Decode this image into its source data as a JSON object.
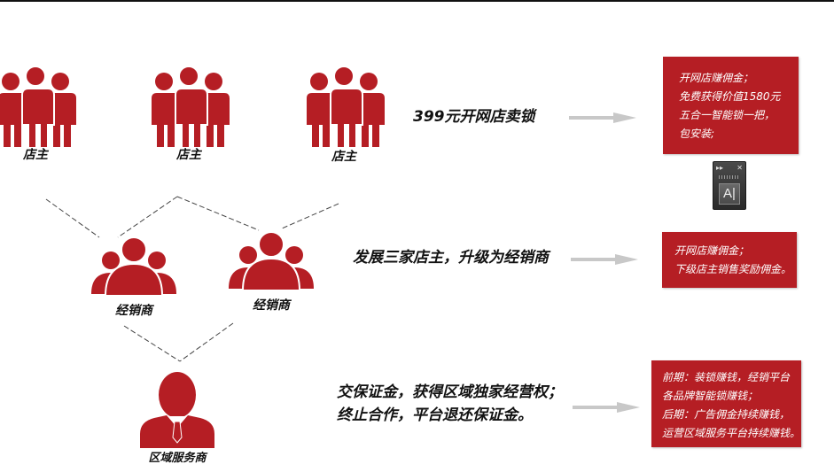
{
  "diagram": {
    "shop_owners": [
      {
        "label": "店主"
      },
      {
        "label": "店主"
      },
      {
        "label": "店主"
      }
    ],
    "distributors": [
      {
        "label": "经销商"
      },
      {
        "label": "经销商"
      }
    ],
    "regional_provider": {
      "label": "区域服务商"
    },
    "icon_color": "#b51e24",
    "steps": [
      {
        "lines": [
          "399元开网店卖锁"
        ],
        "note": [
          "开网店赚佣金；",
          "免费获得价值1580元",
          "五合一智能锁一把，",
          "包安装;"
        ]
      },
      {
        "lines": [
          "发展三家店主，升级为经销商"
        ],
        "note": [
          "开网店赚佣金；",
          "下级店主销售奖励佣金。"
        ]
      },
      {
        "lines": [
          "交保证金，获得区域独家经营权；",
          "终止合作，平台退还保证金。"
        ],
        "note": [
          "前期：装锁赚钱，经销平台",
          "各品牌智能锁赚钱；",
          "后期：广告佣金持续赚钱，",
          "运营区域服务平台持续赚钱。"
        ]
      }
    ],
    "note_color": "#b51e24",
    "arrow_color": "#c8c8c8"
  },
  "ime_widget": {
    "icon": "input-method-icon",
    "glyph": "A|",
    "controls": [
      "▸▸",
      "✕"
    ]
  }
}
